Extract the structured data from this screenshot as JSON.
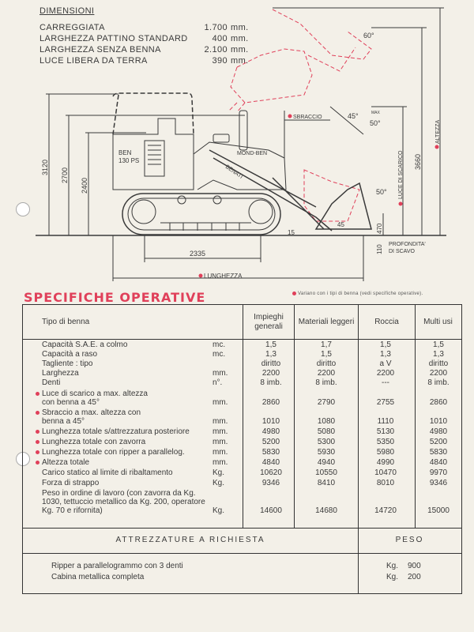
{
  "dimensions": {
    "title": "DIMENSIONI",
    "rows": [
      {
        "label": "CARREGGIATA",
        "value": "1.700",
        "unit": "mm."
      },
      {
        "label": "LARGHEZZA PATTINO STANDARD",
        "value": "400",
        "unit": "mm."
      },
      {
        "label": "LARGHEZZA SENZA BENNA",
        "value": "2.100",
        "unit": "mm."
      },
      {
        "label": "LUCE LIBERA DA TERRA",
        "value": "390",
        "unit": "mm."
      }
    ]
  },
  "diagram": {
    "machine_label_1": "BEN",
    "machine_label_2": "130 PS",
    "brand_1": "MOND-BEN",
    "brand_2": "BENATI",
    "h_3120": "3120",
    "h_2700": "2700",
    "h_2400": "2400",
    "wheelbase": "2335",
    "length": "LUNGHEZZA",
    "reach": "SBRACCIO",
    "angle_45": "45°",
    "max": "MAX",
    "angle_50": "50°",
    "angle_60": "60°",
    "angle_50b": "50°",
    "angle_45b": "45",
    "angle_15": "15",
    "h_470": "470",
    "h_110": "110",
    "dig_depth_1": "PROFONDITA'",
    "dig_depth_2": "DI SCAVO",
    "dump_clearance": "LUCE DI SCARICO",
    "h_3660": "3660",
    "height": "ALTEZZA"
  },
  "colors": {
    "accent": "#e0405a",
    "ink": "#3a3a3a",
    "paper": "#f3f0e8"
  },
  "spec": {
    "title": "SPECIFICHE  OPERATIVE",
    "note": "Variano con i tipi di benna (vedi specifiche operative).",
    "header": {
      "label": "Tipo di benna",
      "cols": [
        "Impieghi generali",
        "Materiali leggeri",
        "Roccia",
        "Multi usi"
      ]
    },
    "rows": [
      {
        "label": "Capacità S.A.E. a colmo",
        "unit": "mc.",
        "values": [
          "1,5",
          "1,7",
          "1,5",
          "1,5"
        ]
      },
      {
        "label": "Capacità a raso",
        "unit": "mc.",
        "values": [
          "1,3",
          "1,5",
          "1,3",
          "1,3"
        ]
      },
      {
        "label": "Tagliente : tipo",
        "unit": "",
        "values": [
          "diritto",
          "diritto",
          "a V",
          "diritto"
        ]
      },
      {
        "label": "Larghezza",
        "unit": "mm.",
        "values": [
          "2200",
          "2200",
          "2200",
          "2200"
        ]
      },
      {
        "label": "Denti",
        "unit": "n°.",
        "values": [
          "8 imb.",
          "8 imb.",
          "---",
          "8 imb."
        ]
      },
      {
        "label": "Luce di scarico a max. altezza con benna a 45°",
        "unit": "mm.",
        "values": [
          "2860",
          "2790",
          "2755",
          "2860"
        ],
        "dot": true
      },
      {
        "label": "Sbraccio a max. altezza con benna a 45°",
        "unit": "mm.",
        "values": [
          "1010",
          "1080",
          "1110",
          "1010"
        ],
        "dot": true
      },
      {
        "label": "Lunghezza totale s/attrezzatura posteriore",
        "unit": "mm.",
        "values": [
          "4980",
          "5080",
          "5130",
          "4980"
        ],
        "dot": true
      },
      {
        "label": "Lunghezza totale con zavorra",
        "unit": "mm.",
        "values": [
          "5200",
          "5300",
          "5350",
          "5200"
        ],
        "dot": true
      },
      {
        "label": "Lunghezza totale con ripper a parallelog.",
        "unit": "mm.",
        "values": [
          "5830",
          "5930",
          "5980",
          "5830"
        ],
        "dot": true
      },
      {
        "label": "Altezza totale",
        "unit": "mm.",
        "values": [
          "4840",
          "4940",
          "4990",
          "4840"
        ],
        "dot": true
      },
      {
        "label": "Carico statico al limite di ribaltamento",
        "unit": "Kg.",
        "values": [
          "10620",
          "10550",
          "10470",
          "9970"
        ]
      },
      {
        "label": "Forza di strappo",
        "unit": "Kg.",
        "values": [
          "9346",
          "8410",
          "8010",
          "9346"
        ]
      },
      {
        "label": "Peso in ordine di lavoro (con zavorra da Kg. 1030, tettuccio metallico da Kg. 200, operatore Kg. 70 e rifornita)",
        "unit": "Kg.",
        "values": [
          "14600",
          "14680",
          "14720",
          "15000"
        ]
      }
    ],
    "options": {
      "title": "ATTREZZATURE  A  RICHIESTA",
      "weight_title": "PESO",
      "rows": [
        {
          "label": "Ripper a parallelogrammo con 3 denti",
          "unit": "Kg.",
          "value": "900"
        },
        {
          "label": "Cabina metallica completa",
          "unit": "Kg.",
          "value": "200"
        }
      ]
    }
  }
}
